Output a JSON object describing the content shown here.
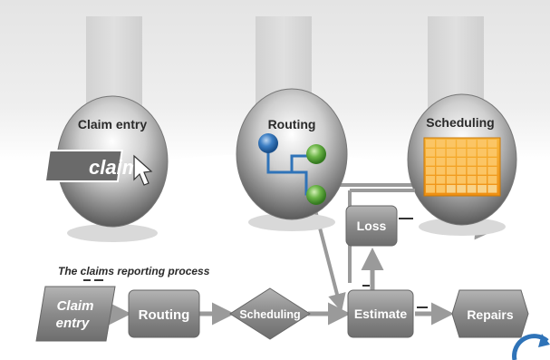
{
  "stations": {
    "claim_entry": {
      "title": "Claim entry",
      "icon_text": "claim"
    },
    "routing": {
      "title": "Routing"
    },
    "scheduling": {
      "title": "Scheduling"
    }
  },
  "process": {
    "caption": "The claims reporting process",
    "nodes": {
      "claim_entry_line1": "Claim",
      "claim_entry_line2": "entry",
      "routing": "Routing",
      "scheduling": "Scheduling",
      "estimate": "Estimate",
      "repairs": "Repairs",
      "loss": "Loss"
    }
  },
  "colors": {
    "node_fill": "#8a8a8a",
    "arrow": "#9a9a9a",
    "calendar": "#f3a21e",
    "accent_blue": "#2f73b8",
    "accent_green": "#5aa83c"
  }
}
